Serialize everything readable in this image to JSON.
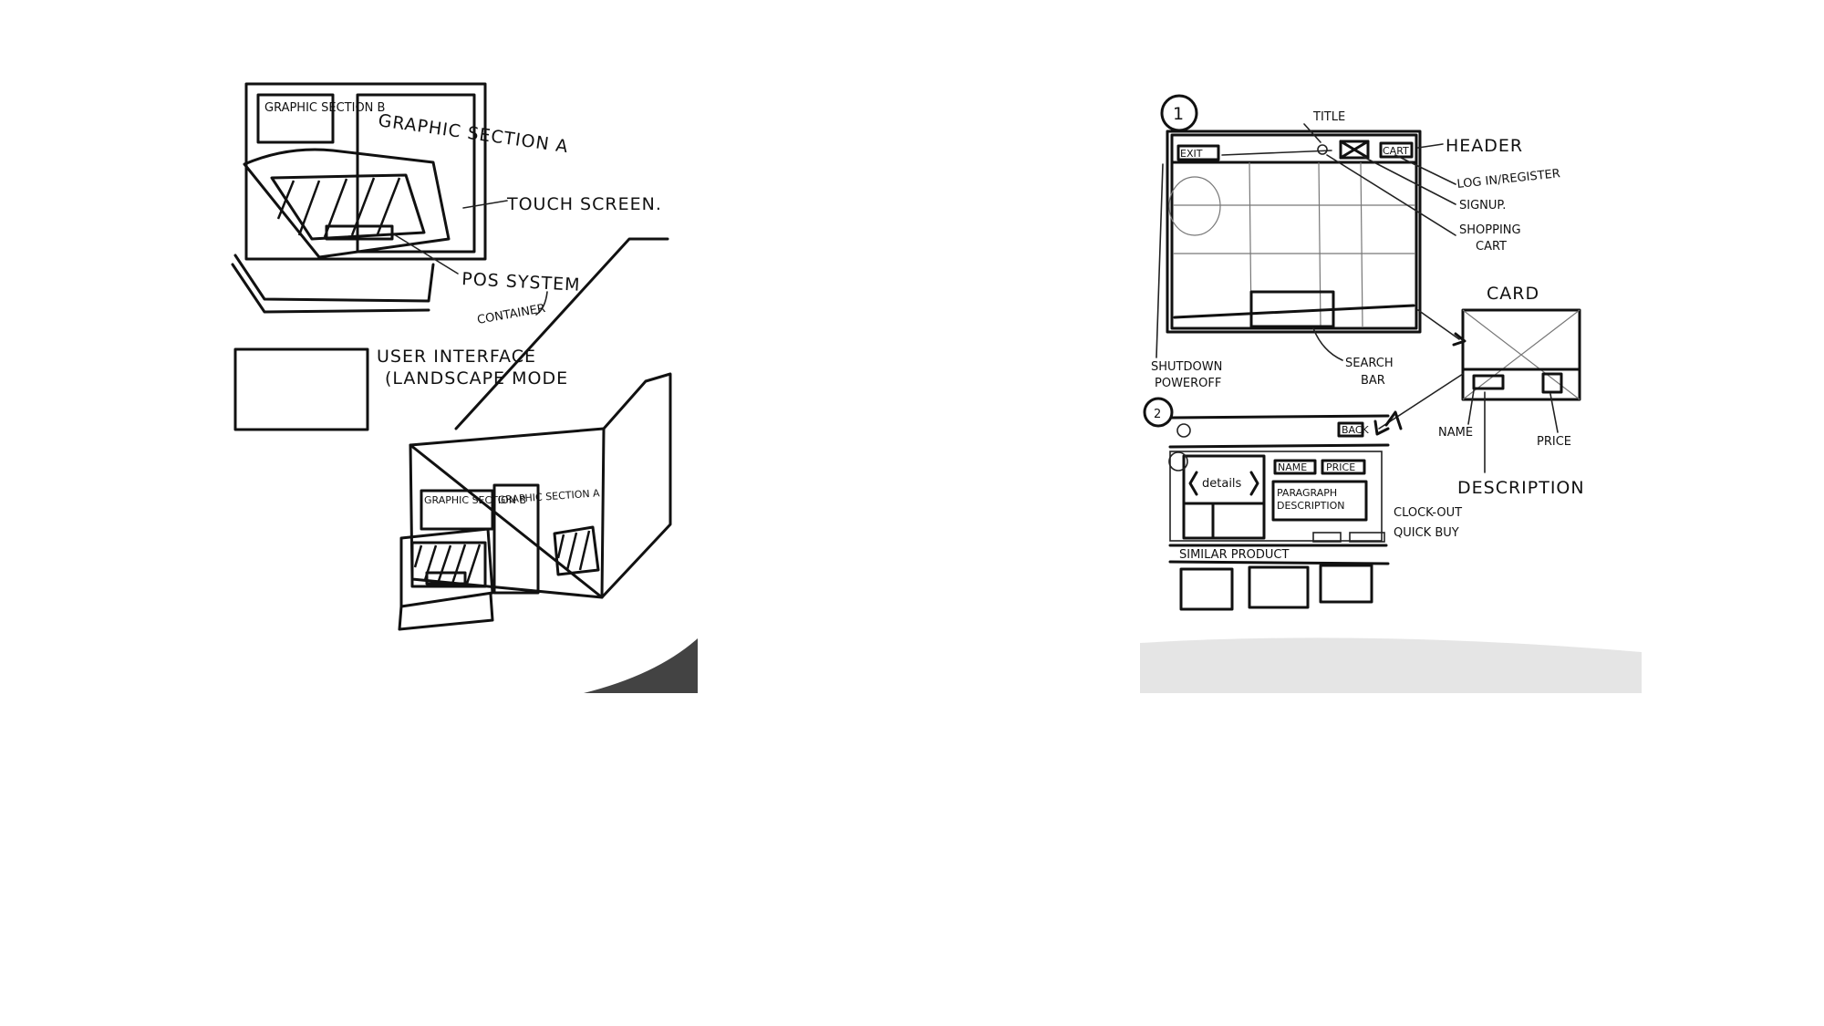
{
  "left_sketch": {
    "kiosk_front": {
      "graphic_section_b": "GRAPHIC SECTION B",
      "graphic_section_a": "GRAPHIC SECTION A",
      "touch_screen": "TOUCH SCREEN.",
      "pos_system": "POS SYSTEM",
      "container": "CONTAINER"
    },
    "ui_label_line1": "USER INTERFACE",
    "ui_label_line2": "(LANDSCAPE MODE",
    "kiosk_3d": {
      "graphic_section_b": "GRAPHIC SECTION B",
      "graphic_section_a": "GRAPHIC SECTION A"
    }
  },
  "right_sketch": {
    "screen1": {
      "marker": "1",
      "title": "TITLE",
      "header": "HEADER",
      "login_register": "LOG IN/REGISTER",
      "signup": "SIGNUP.",
      "shopping_cart_line1": "SHOPPING",
      "shopping_cart_line2": "CART",
      "search_bar_line1": "SEARCH",
      "search_bar_line2": "BAR",
      "shutdown_line1": "SHUTDOWN",
      "shutdown_line2": "POWEROFF",
      "exit_button": "EXIT",
      "cart_button": "CART"
    },
    "card": {
      "title": "CARD",
      "name": "NAME",
      "price": "PRICE",
      "description": "DESCRIPTION"
    },
    "screen2": {
      "marker": "2",
      "details": "details",
      "name_tag": "NAME",
      "price_tag": "PRICE",
      "paragraph_line1": "PARAGRAPH",
      "paragraph_line2": "DESCRIPTION",
      "clock_out": "CLOCK-OUT",
      "quick_buy": "QUICK BUY",
      "similar_product": "SIMILAR PRODUCT",
      "back_button": "BACK"
    }
  }
}
